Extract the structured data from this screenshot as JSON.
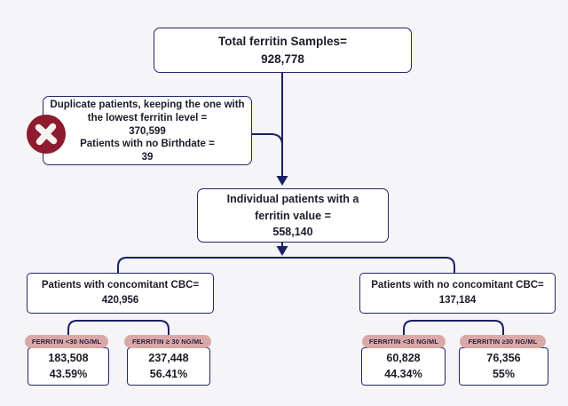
{
  "palette": {
    "background": "#f5f4f6",
    "box_background": "#ffffff",
    "box_border": "#23276b",
    "connector": "#1b1f63",
    "text": "#1b1c28",
    "exclusion_badge": "#8e1c2e",
    "pill_background": "#d9a8a7",
    "pill_text": "#2b2144"
  },
  "flowchart": {
    "total": {
      "title": "Total ferritin Samples=",
      "value": "928,778"
    },
    "exclusion": {
      "icon": "x-circle",
      "lines": [
        "Duplicate patients, keeping the one with",
        "the lowest ferritin level =",
        "370,599",
        "Patients with no Birthdate =",
        "39"
      ]
    },
    "individual": {
      "lines": [
        "Individual patients with a",
        "ferritin value =",
        "558,140"
      ]
    },
    "branches": [
      {
        "title": "Patients with concomitant CBC=",
        "value": "420,956",
        "leaves": [
          {
            "label": "FERRITIN <30 NG/ML",
            "count": "183,508",
            "percent": "43.59%"
          },
          {
            "label": "FERRITIN ≥ 30 NG/ML",
            "count": "237,448",
            "percent": "56.41%"
          }
        ]
      },
      {
        "title": "Patients with no concomitant CBC=",
        "value": "137,184",
        "leaves": [
          {
            "label": "FERRITIN <30 NG/ML",
            "count": "60,828",
            "percent": "44.34%"
          },
          {
            "label": "FERRITIN ≥30 NG/ML",
            "count": "76,356",
            "percent": "55%"
          }
        ]
      }
    ]
  }
}
